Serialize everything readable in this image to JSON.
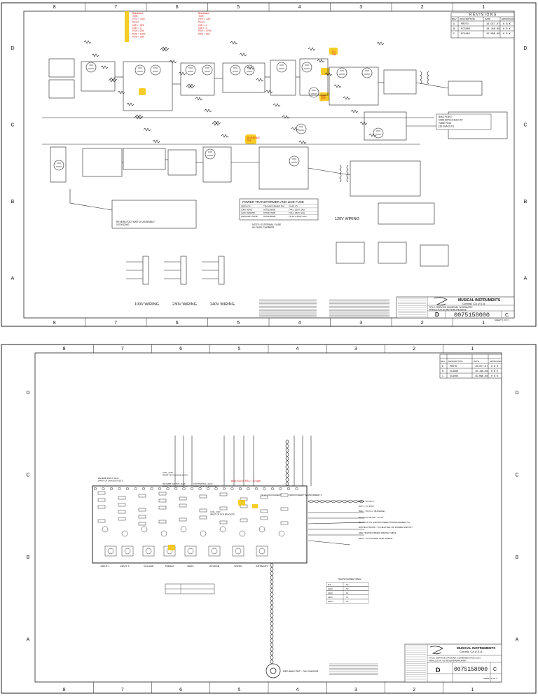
{
  "sheet1": {
    "grid_cols": [
      "8",
      "7",
      "6",
      "5",
      "4",
      "3",
      "2",
      "1"
    ],
    "grid_rows": [
      "D",
      "C",
      "B",
      "A"
    ],
    "revisions_title": "R E V I S I O N S",
    "revision_headers": [
      "REV",
      "DESCRIPTION",
      "DATE",
      "APPROVED"
    ],
    "revisions": [
      {
        "rev": "A",
        "desc": "PROTO",
        "date": "16-OCT-07",
        "appr": "H B K"
      },
      {
        "rev": "B",
        "desc": "EC3880",
        "date": "10-JAN-08",
        "appr": "H B K"
      },
      {
        "rev": "C",
        "desc": "EC4002",
        "date": "15-MAR-08",
        "appr": "H B K"
      }
    ],
    "red_notes": {
      "note1": [
        "Blackface",
        "Tone",
        "C23 = .022",
        "",
        "Reed",
        "c45 = .022",
        "c46 = .1",
        "R34 = 22k",
        "R35 = 100k",
        "R26 = 33k"
      ],
      "note2": [
        "Blackface",
        "Tone",
        "C23 = .047",
        "",
        "Reed",
        "c45 = .1",
        "c46 = .1",
        "R34 = 470k",
        "R35 = 22k"
      ],
      "callout_a": "ALL\nON",
      "callout_b": "SILVERFACE\nTone",
      "callout_c": "560K\n470K\n.1"
    },
    "transformer_table": {
      "title": "POWER TRANSFORMER AND LINE FUSE",
      "rows": [
        [
          "SERVICE",
          "TRANSFORMER P/N",
          "FUSE (T)"
        ],
        [
          "100V 60HZ",
          "0070156000",
          "T4A L 250V 3AG"
        ],
        [
          "120V 50/60HZ",
          "0070157000",
          "T3A L 250V 3AG"
        ],
        [
          "230V/240V 50HZ",
          "0070158000",
          "T1.6A L 250V 3AG"
        ]
      ],
      "note": "NOTE: EXTERNAL FUSE\nIN FUSE CARRIER"
    },
    "wiring_labels": [
      "100V WIRING",
      "230V WIRING",
      "240V WIRING",
      "120V WIRING"
    ],
    "bias_note": [
      "BIAS POINT:",
      "NOM WITH 6.3VAC AT",
      "TUBE PINS",
      "(35.0mA OUT)"
    ],
    "footswitch_label": "REVERB FOOTSWITCH ASSEMBLY\n0070042000",
    "title_block": {
      "company": "MUSICAL INSTRUMENTS",
      "location": "Corona, CA  U.S.A.",
      "title": "TITLE: SERVICE DIAGRAM, SCHEMATIC",
      "subtitle": "PRINCETON 65 REVERB REISSUE",
      "size": "D",
      "dwg_no": "0075158000",
      "rev": "C",
      "sheet": "SHEET 1 OF 3"
    }
  },
  "sheet2": {
    "grid_cols": [
      "8",
      "7",
      "6",
      "5",
      "4",
      "3",
      "2",
      "1"
    ],
    "grid_rows": [
      "D",
      "C",
      "B",
      "A"
    ],
    "revision_headers": [
      "REV",
      "DESCRIPTION",
      "DATE",
      "APPROVED"
    ],
    "revisions": [
      {
        "rev": "A",
        "desc": "PROTO",
        "date": "16-OCT-07",
        "appr": "H B K"
      },
      {
        "rev": "B",
        "desc": "EC3880",
        "date": "10-JAN-08",
        "appr": "H B K"
      },
      {
        "rev": "C",
        "desc": "EC4002",
        "date": "15-MAR-08",
        "appr": "H B K"
      }
    ],
    "jack_labels": [
      "REVERB INPUT JACK\n(PART OF CHASSIS ASSY)",
      "COIL, CCR\n(PART OF CHASSIS ASSY)",
      "REVERB OUTPUT JACK\n(PART OF CHASSIS ASSY)",
      "FOOTSWITCH JACK\n(PART OF PCB BRACKET)",
      "COIL, CCR\n(PART OF PCB BRACKET)",
      "TO V7-V3A FILAMENT",
      "FROM POWER TRANSFORMER T2"
    ],
    "red_note": "Blue R24 to R33 = 10 watt",
    "pot_labels": [
      "INPUT 1",
      "INPUT 2",
      "VOLUME",
      "TREBLE",
      "BASS",
      "REVERB",
      "SPEED",
      "INTENSITY"
    ],
    "wire_labels": [
      "BRN - TO PIN 7",
      "WHT - TO PIN 7",
      "RED - TO P1-3 (B ANODE)",
      "BLACK AT BUSS - TO P1",
      "BLACK AT P1 (FROM POWER TRANSFORMER T2)",
      "WHITE AT BUSS - TO NEUTRAL OF POWER SWITCH",
      "SEE TRANSFORMER WIRING TABLE",
      "GRN - TO CHASSIS GND SCREW"
    ],
    "rf_label": "RED BIAS PNT - ON CHASSIS",
    "table_title": "TRANSFORMER TABLE",
    "table_rows": [
      [
        "P.T.",
        "T2"
      ],
      [
        "100V",
        "T2"
      ],
      [
        "120V",
        "T2"
      ],
      [
        "230V",
        "T2"
      ],
      [
        "240V",
        "T2"
      ]
    ],
    "title_block": {
      "company": "MUSICAL INSTRUMENTS",
      "location": "Corona, CA  U.S.A.",
      "title": "TITLE: SERVICE DIAGRAM, COMBINED (PCB assy)",
      "subtitle": "PRINCETON '65 REVERB AMPLIFIER",
      "size": "D",
      "dwg_no": "0075158000",
      "rev": "C",
      "sheet": "SHEET 2 OF 3"
    }
  }
}
